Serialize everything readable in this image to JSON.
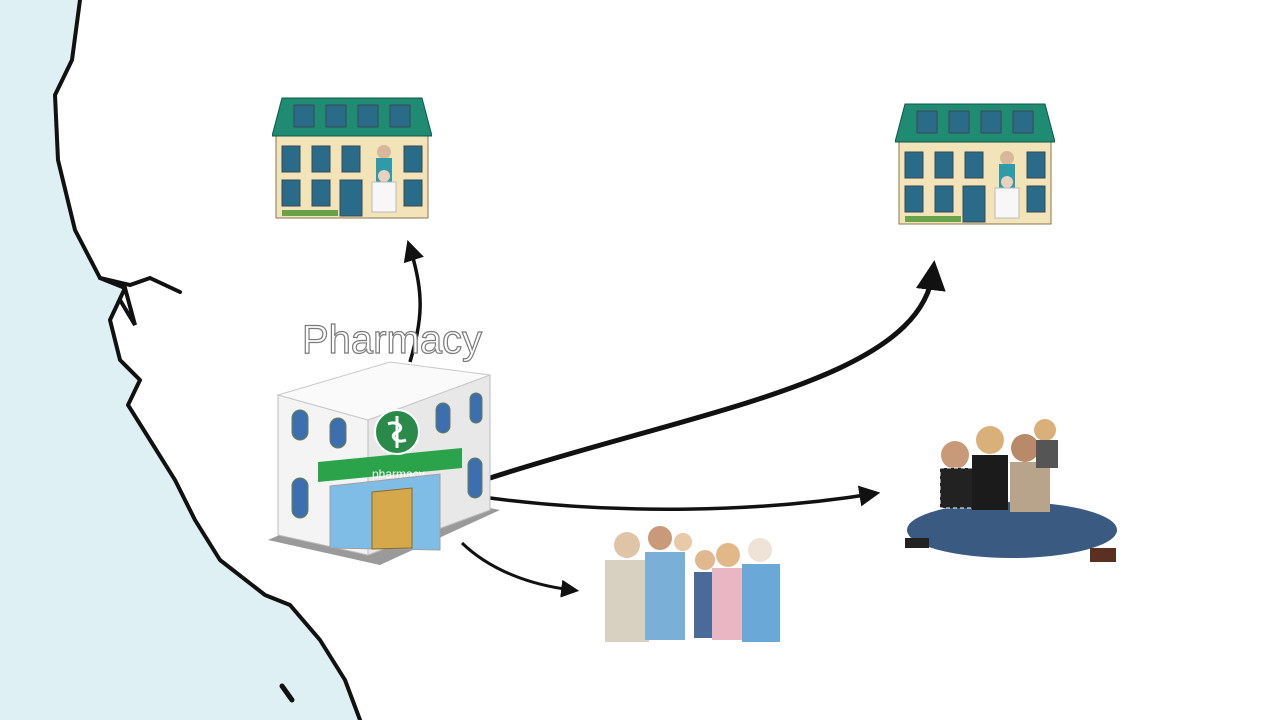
{
  "title_label": "Pharmacy",
  "pharmacy_sign": "pharmacy",
  "colors": {
    "sea": "#dff0f4",
    "coast": "#111111",
    "roof": "#1f8b73",
    "facade": "#f3e3b8",
    "pharmacy_green": "#2aa34a",
    "arrow": "#111111"
  },
  "nodes": [
    {
      "id": "pharmacy",
      "kind": "pharmacy-building"
    },
    {
      "id": "care-home-left",
      "kind": "care-home"
    },
    {
      "id": "care-home-right",
      "kind": "care-home"
    },
    {
      "id": "family-sitting",
      "kind": "family-group"
    },
    {
      "id": "family-standing",
      "kind": "family-group"
    }
  ],
  "edges": [
    {
      "from": "pharmacy",
      "to": "care-home-left"
    },
    {
      "from": "pharmacy",
      "to": "care-home-right"
    },
    {
      "from": "pharmacy",
      "to": "family-sitting"
    },
    {
      "from": "pharmacy",
      "to": "family-standing"
    }
  ]
}
